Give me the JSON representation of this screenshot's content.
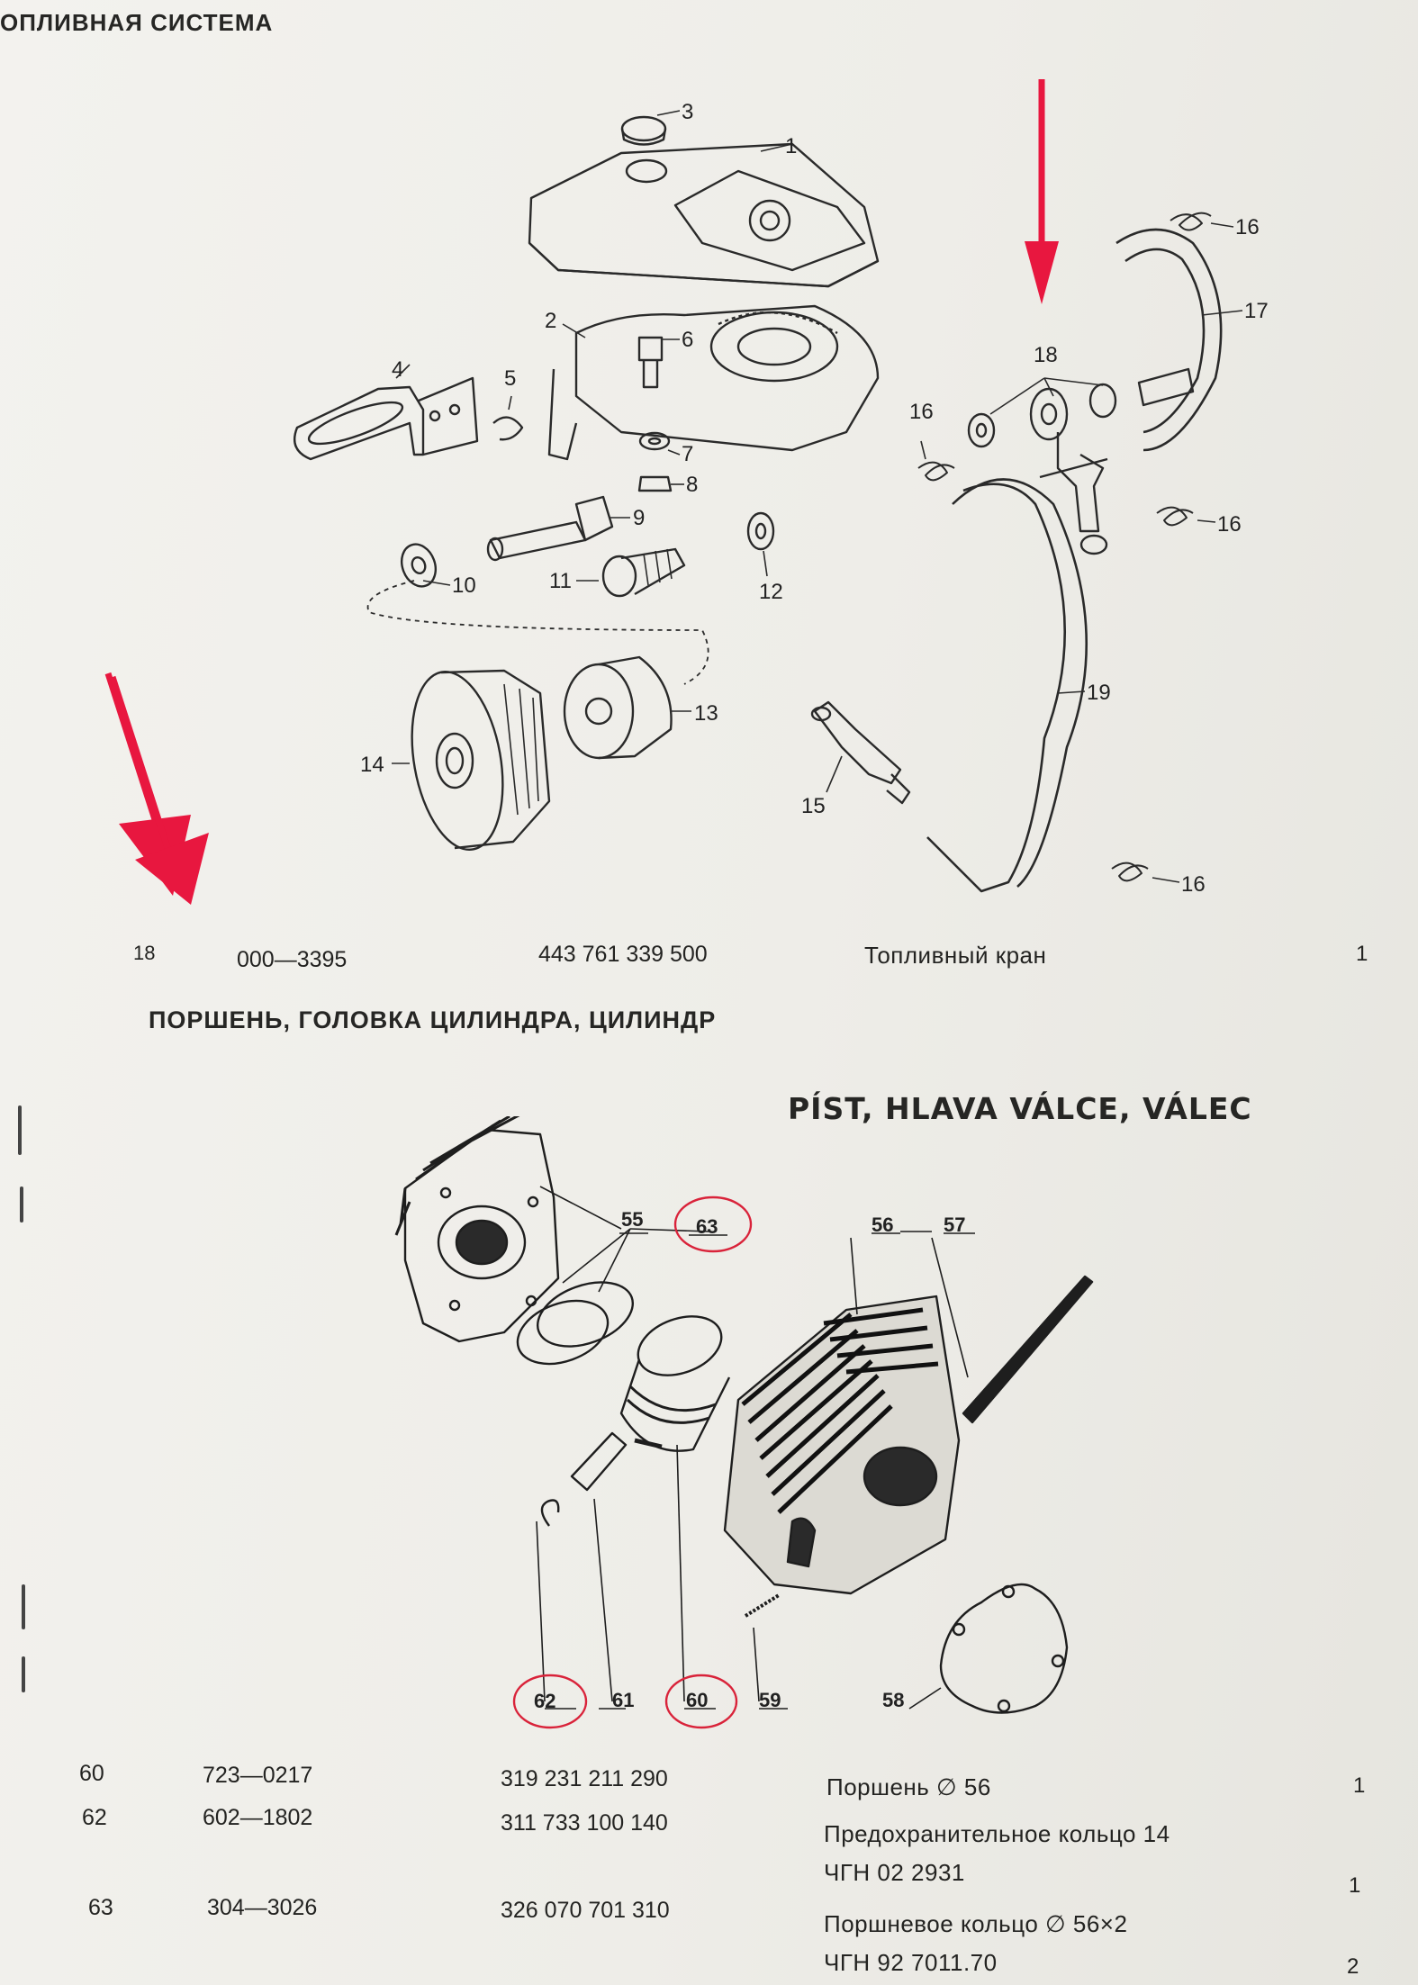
{
  "sections": {
    "fuel_title": "ОПЛИВНАЯ СИСТЕМА",
    "piston_title_ru": "ПОРШЕНЬ, ГОЛОВКА ЦИЛИНДРА, ЦИЛИНДР",
    "piston_title_cz": "PÍST, HLAVA VÁLCE, VÁLEC"
  },
  "fuel_diagram_labels": [
    "1",
    "2",
    "3",
    "4",
    "5",
    "6",
    "7",
    "8",
    "9",
    "10",
    "11",
    "12",
    "13",
    "14",
    "15",
    "16",
    "16",
    "16",
    "16",
    "17",
    "18",
    "19"
  ],
  "piston_diagram_labels": [
    "55",
    "56",
    "57",
    "58",
    "59",
    "60",
    "61",
    "62",
    "63"
  ],
  "highlighted_labels": [
    "63",
    "62",
    "60"
  ],
  "annotations": {
    "arrow_color": "#e8173f",
    "circle_color": "#d9233a"
  },
  "fuel_parts": [
    {
      "pos": "18",
      "code": "000—3395",
      "number": "443 761 339 500",
      "name": "Топливный кран",
      "qty": "1"
    }
  ],
  "piston_parts": [
    {
      "pos": "60",
      "code": "723—0217",
      "number": "319 231 211 290",
      "name": "Поршень ∅ 56",
      "name2": "",
      "qty": "1"
    },
    {
      "pos": "62",
      "code": "602—1802",
      "number": "311 733 100 140",
      "name": "Предохранительное кольцо 14",
      "name2": "ЧГН 02 2931",
      "qty": "1"
    },
    {
      "pos": "63",
      "code": "304—3026",
      "number": "326 070 701 310",
      "name": "Поршневое кольцо ∅ 56×2",
      "name2": "ЧГН 92 7011.70",
      "qty": "2"
    }
  ]
}
